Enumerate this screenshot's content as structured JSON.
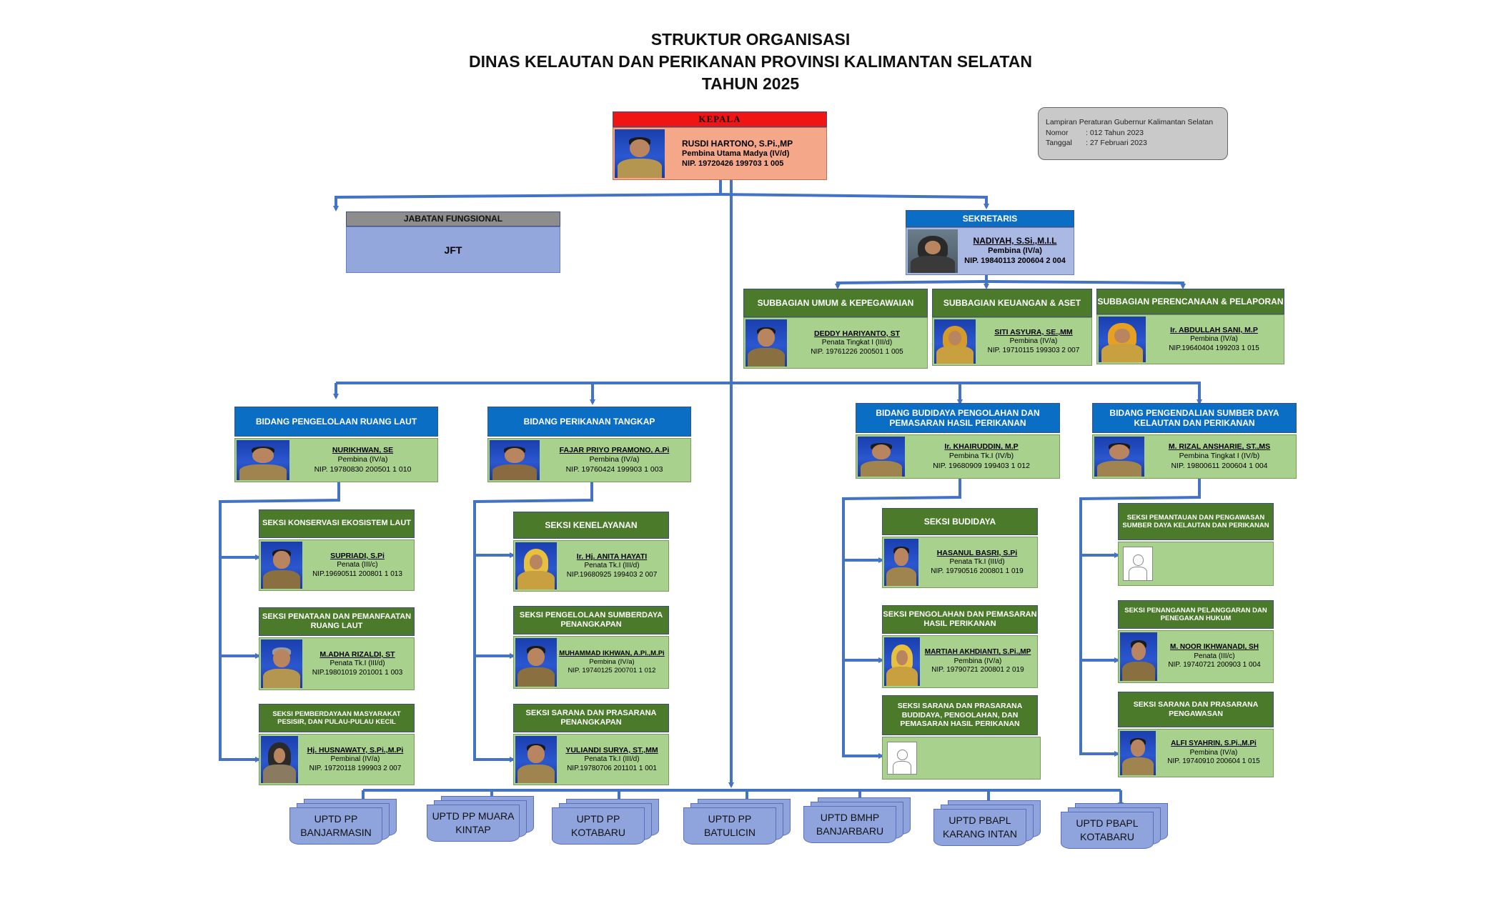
{
  "title": {
    "line1": "STRUKTUR ORGANISASI",
    "line2": "DINAS KELAUTAN DAN PERIKANAN PROVINSI KALIMANTAN SELATAN",
    "line3": "TAHUN 2025"
  },
  "note": {
    "line1": "Lampiran Peraturan  Gubernur Kalimantan Selatan",
    "nomor_label": "Nomor",
    "nomor_value": ":  012 Tahun 2023",
    "tanggal_label": "Tanggal",
    "tanggal_value": ":  27 Februari 2023"
  },
  "kepala": {
    "header": "KEPALA",
    "name": "RUSDI HARTONO, S.Pi.,MP",
    "rank": "Pembina Utama Madya (IV/d)",
    "nip": "NIP. 19720426 199703 1 005"
  },
  "jabatan_fungsional": {
    "header": "JABATAN FUNGSIONAL",
    "body": "JFT"
  },
  "sekretaris": {
    "header": "SEKRETARIS",
    "name": "NADIYAH, S.Si.,M.I.L",
    "rank": "Pembina (IV/a)",
    "nip": "NIP. 19840113 200604 2 004"
  },
  "subbagian": [
    {
      "header": "SUBBAGIAN UMUM & KEPEGAWAIAN",
      "name": "DEDDY HARIYANTO, ST",
      "rank": "Penata Tingkat I (III/d)",
      "nip": "NIP. 19761226 200501 1 005"
    },
    {
      "header": "SUBBAGIAN KEUANGAN & ASET",
      "name": "SITI ASYURA, SE.,MM",
      "rank": "Pembina (IV/a)",
      "nip": "NIP. 19710115 199303 2 007"
    },
    {
      "header": "SUBBAGIAN PERENCANAAN & PELAPORAN",
      "name": "Ir. ABDULLAH SANI, M.P",
      "rank": "Pembina (IV/a)",
      "nip": "NIP.19640404  199203 1 015"
    }
  ],
  "bidang": [
    {
      "header": "BIDANG PENGELOLAAN RUANG LAUT",
      "name": "NURIKHWAN, SE",
      "rank": "Pembina (IV/a)",
      "nip": "NIP. 19780830 200501 1 010",
      "seksi": [
        {
          "header": "SEKSI  KONSERVASI EKOSISTEM LAUT",
          "name": "SUPRIADI, S.Pi",
          "rank": "Penata  (III/c)",
          "nip": "NIP.19690511 200801 1 013"
        },
        {
          "header": "SEKSI PENATAAN DAN PEMANFAATAN RUANG LAUT",
          "name": "M.ADHA RIZALDI, ST",
          "rank": "Penata Tk.I (III/d)",
          "nip": "NIP.19801019 201001 1 003"
        },
        {
          "header": "SEKSI PEMBERDAYAAN MASYARAKAT PESISIR, DAN PULAU-PULAU KECIL",
          "name": "Hj. HUSNAWATY, S.Pi.,M.Pi",
          "rank": "Pembinal (IV/a)",
          "nip": "NIP. 19720118 199903 2 007"
        }
      ]
    },
    {
      "header": "BIDANG PERIKANAN TANGKAP",
      "name": "FAJAR PRIYO PRAMONO, A.Pi",
      "rank": "Pembina (IV/a)",
      "nip": "NIP. 19760424 199903 1 003",
      "seksi": [
        {
          "header": "SEKSI  KENELAYANAN",
          "name": "Ir. Hj. ANITA HAYATI",
          "rank": "Penata Tk.I (III/d)",
          "nip": "NIP.19680925 199403 2 007"
        },
        {
          "header": "SEKSI PENGELOLAAN SUMBERDAYA PENANGKAPAN",
          "name": "MUHAMMAD IKHWAN, A.Pi.,M.Pi",
          "rank": "Pembina (IV/a)",
          "nip": "NIP. 19740125 200701 1 012"
        },
        {
          "header": "SEKSI  SARANA DAN PRASARANA PENANGKAPAN",
          "name": "YULIANDI SURYA, ST.,MM",
          "rank": "Penata Tk.I (III/d)",
          "nip": "NIP.19780706 201101 1 001"
        }
      ]
    },
    {
      "header": "BIDANG BUDIDAYA PENGOLAHAN DAN PEMASARAN HASIL PERIKANAN",
      "name": "Ir. KHAIRUDDIN, M.P",
      "rank": "Pembina Tk.I (IV/b)",
      "nip": "NIP. 19680909 199403 1 012",
      "seksi": [
        {
          "header": "SEKSI  BUDIDAYA",
          "name": "HASANUL BASRI, S.Pi",
          "rank": "Penata Tk.I (III/d)",
          "nip": "NIP. 19790516 200801 1 019"
        },
        {
          "header": "SEKSI PENGOLAHAN DAN PEMASARAN HASIL PERIKANAN",
          "name": "MARTIAH AKHDIANTI, S.Pi.,MP",
          "rank": "Pembina (IV/a)",
          "nip": "NIP. 19790721 200801 2 019"
        },
        {
          "header": "SEKSI SARANA DAN PRASARANA BUDIDAYA, PENGOLAHAN, DAN PEMASARAN HASIL PERIKANAN",
          "name": "",
          "rank": "",
          "nip": ""
        }
      ]
    },
    {
      "header": "BIDANG PENGENDALIAN SUMBER DAYA KELAUTAN DAN PERIKANAN",
      "name": "M. RIZAL ANSHARIE, ST.,MS",
      "rank": "Pembina Tingkat I (IV/b)",
      "nip": "NIP. 19800611 200604 1 004",
      "seksi": [
        {
          "header": "SEKSI  PEMANTAUAN DAN PENGAWASAN SUMBER DAYA KELAUTAN DAN PERIKANAN",
          "name": "",
          "rank": "",
          "nip": ""
        },
        {
          "header": "SEKSI PENANGANAN PELANGGARAN DAN PENEGAKAN HUKUM",
          "name": "M. NOOR IKHWANADI, SH",
          "rank": "Penata (III/c)",
          "nip": "NIP. 19740721 200903 1 004"
        },
        {
          "header": "SEKSI SARANA DAN PRASARANA PENGAWASAN",
          "name": "ALFI SYAHRIN, S.Pi.,M.Pi",
          "rank": "Pembina (IV/a)",
          "nip": "NIP. 19740910 200604 1 015"
        }
      ]
    }
  ],
  "uptd": [
    {
      "line1": "UPTD  PP",
      "line2": "BANJARMASIN"
    },
    {
      "line1": "UPTD  PP MUARA",
      "line2": "KINTAP"
    },
    {
      "line1": "UPTD  PP",
      "line2": "KOTABARU"
    },
    {
      "line1": "UPTD  PP",
      "line2": "BATULICIN"
    },
    {
      "line1": "UPTD  BMHP",
      "line2": "BANJARBARU"
    },
    {
      "line1": "UPTD  PBAPL",
      "line2": "KARANG INTAN"
    },
    {
      "line1": "UPTD  PBAPL",
      "line2": "KOTABARU"
    }
  ],
  "colors": {
    "connector": "#4472c4",
    "header_blue": "#0a6fc4",
    "header_green": "#4a7a2a",
    "header_red": "#f01414",
    "card_green": "#a9d18e",
    "card_salmon": "#f5a78a",
    "card_lavender": "#aab8e4",
    "uptd_blue": "#8fa3dd"
  },
  "icons": {
    "photo": "person-photo",
    "placeholder": "person-placeholder-icon"
  }
}
